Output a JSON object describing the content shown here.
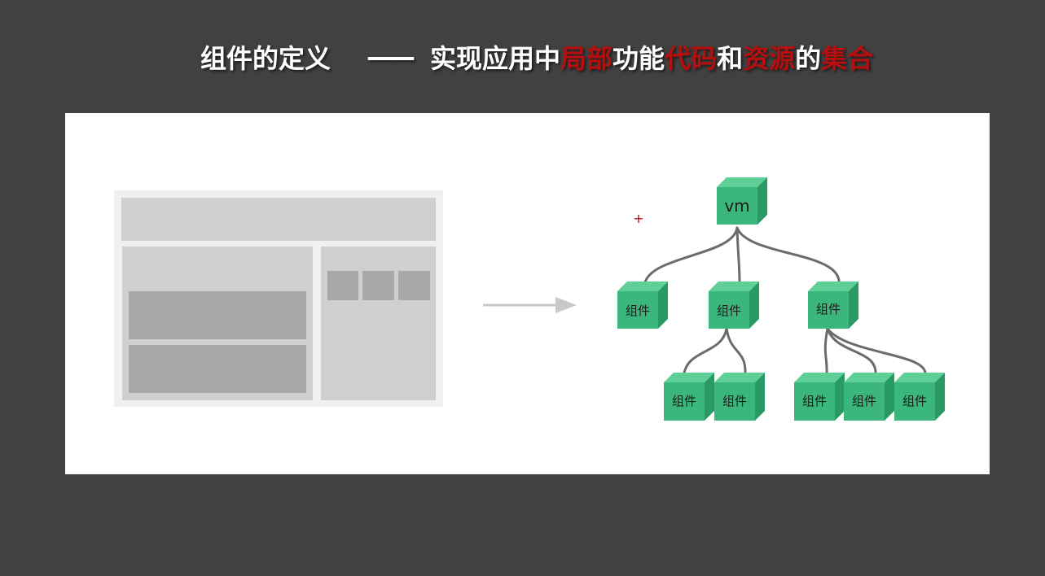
{
  "title": {
    "part1": "组件的定义",
    "dash": "——",
    "seg1": "实现应用中",
    "hl1": "局部",
    "seg2": "功能",
    "hl2": "代码",
    "seg3": "和",
    "hl3": "资源",
    "seg4": "的",
    "hl4": "集合"
  },
  "colors": {
    "background": "#414141",
    "highlight": "#b50f0f",
    "cube_front": "#3bb77e",
    "cube_top": "#5fcf98",
    "cube_side": "#2a9a64",
    "connector": "#6b6b6b",
    "arrow": "#c8c8c8"
  },
  "diagram": {
    "root_label": "vm",
    "children": [
      {
        "label": "组件",
        "children": []
      },
      {
        "label": "组件",
        "children": [
          {
            "label": "组件"
          },
          {
            "label": "组件"
          }
        ]
      },
      {
        "label": "组件",
        "children": [
          {
            "label": "组件"
          },
          {
            "label": "组件"
          },
          {
            "label": "组件"
          }
        ]
      }
    ],
    "marker_icon": "plus-icon"
  }
}
